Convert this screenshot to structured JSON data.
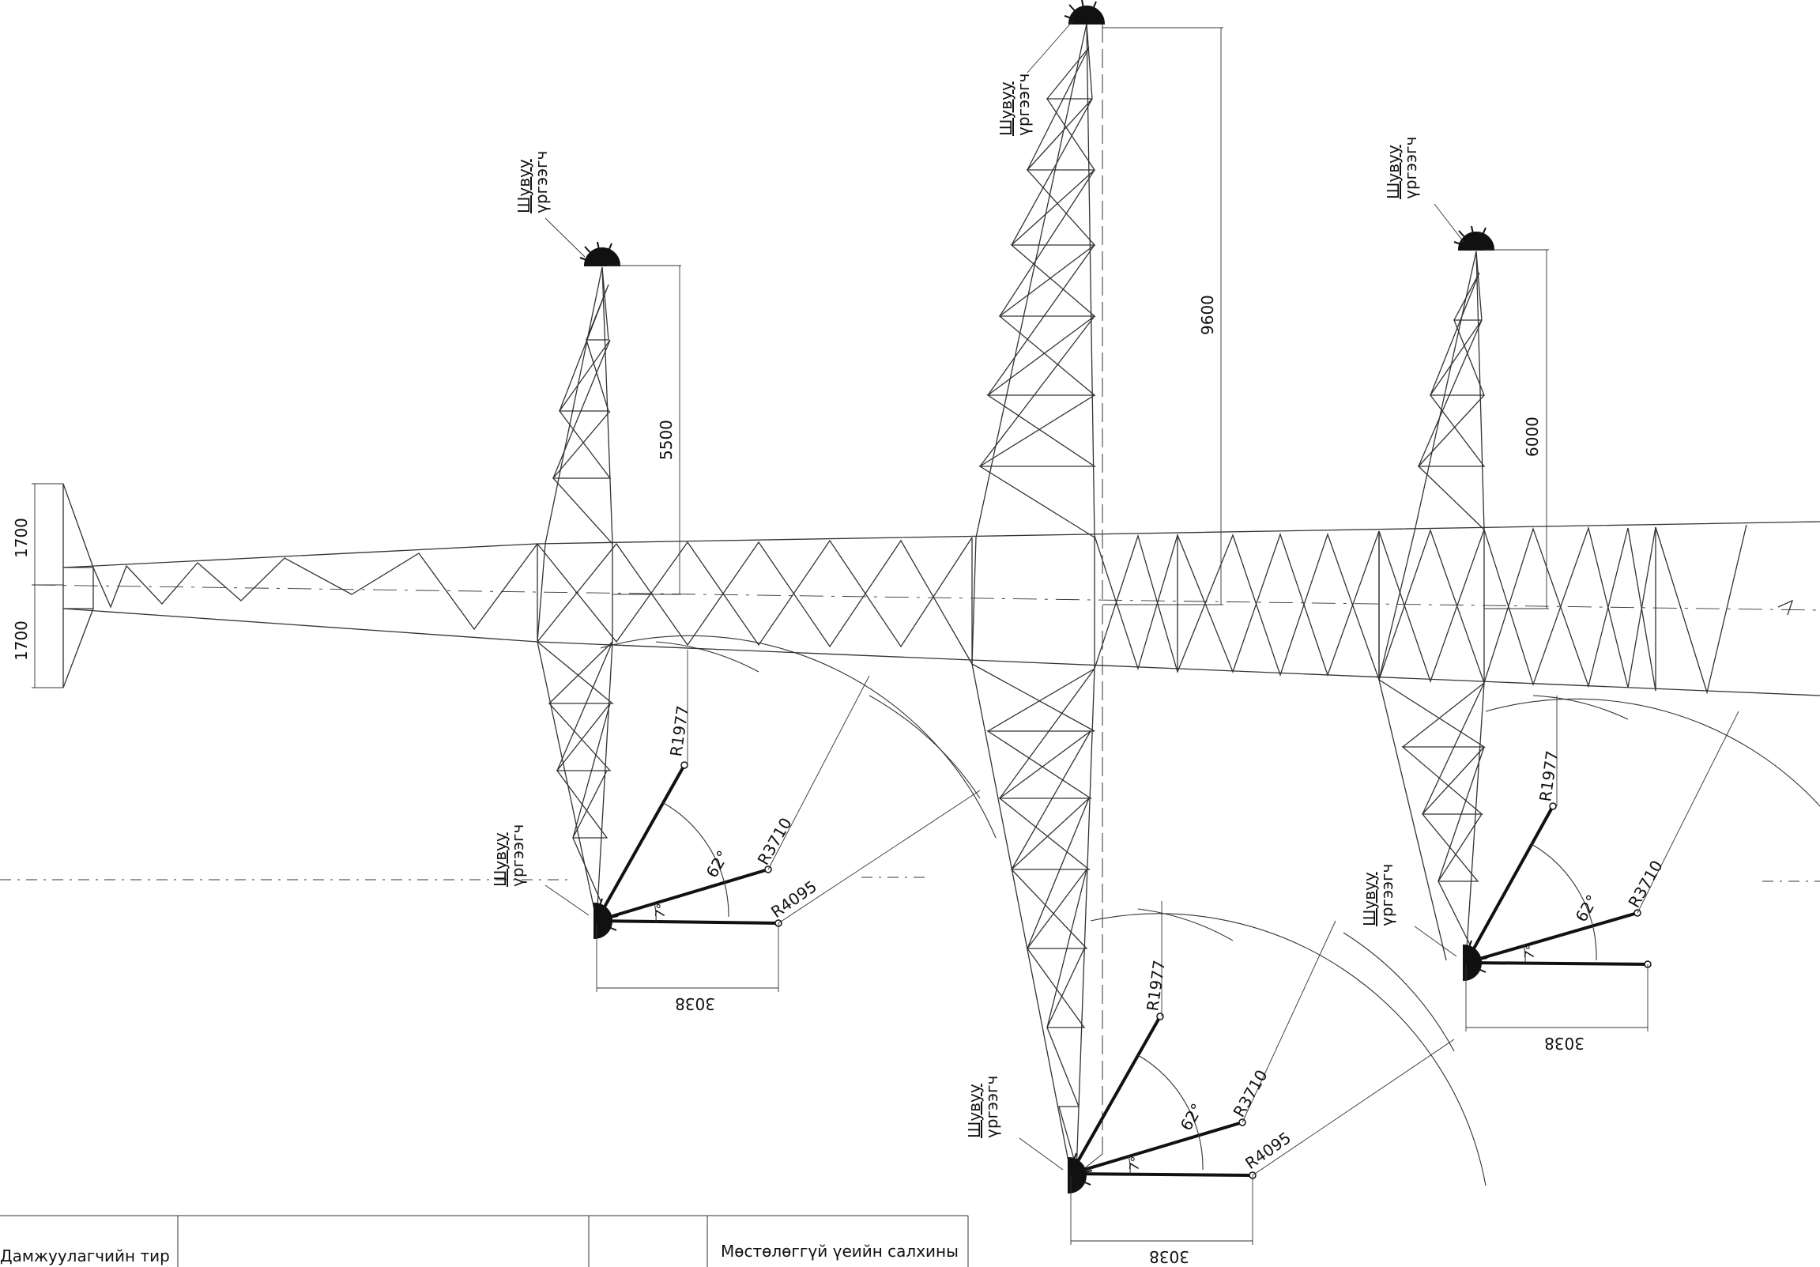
{
  "labels": {
    "sprinkler_line1": "Шувуу",
    "sprinkler_line2": "үргээгч"
  },
  "dimensions": {
    "left_half_upper": "1700",
    "left_half_lower": "1700",
    "tower_a_height": "5500",
    "tower_b_height": "9600",
    "tower_c_height": "6000",
    "radius_small": "R1977",
    "radius_mid": "R3710",
    "radius_large": "R4095",
    "angle_wide": "62°",
    "angle_narrow": "7°",
    "horizontal_length": "3038"
  },
  "title_block": {
    "left_cell": "Дамжуулагчийн тир",
    "right_cell": "Мөстөлөггүй үеийн салхины"
  }
}
